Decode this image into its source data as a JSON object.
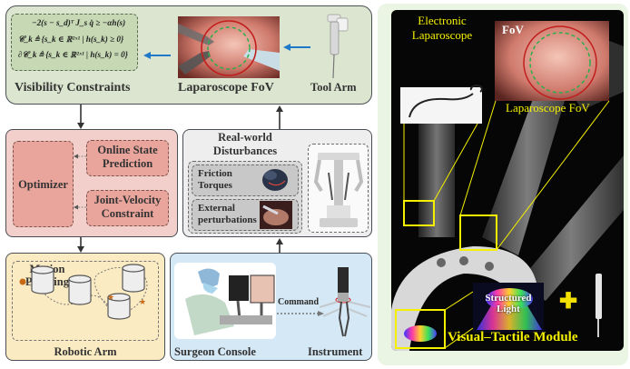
{
  "visibility": {
    "title": "Visibility Constraints",
    "formulas": [
      "−2(s − s_d)ᵀ J_s q̇ ≥ −αh(s)",
      "𝒞_k ≜ {s_k ∈ ℝ²ˣ¹ | h(s_k) ≥ 0}",
      "∂𝒞_k ≜ {s_k ∈ ℝ²ˣ¹ | h(s_k) = 0}"
    ],
    "fov_label": "Laparoscope FoV",
    "tool_label": "Tool Arm"
  },
  "optimizer": {
    "title": "Optimizer",
    "sub1": [
      "Online State",
      "Prediction"
    ],
    "sub2": [
      "Joint-Velocity",
      "Constraint"
    ]
  },
  "disturbances": {
    "title": [
      "Real-world",
      "Disturbances"
    ],
    "items": [
      [
        "Friction",
        "Torques"
      ],
      [
        "External",
        "perturbations"
      ]
    ]
  },
  "robotic_arm": {
    "title": [
      "Motion",
      "Planning"
    ],
    "label": "Robotic Arm"
  },
  "console": {
    "surgeon_label": "Surgeon Console",
    "command_label": "Command",
    "instrument_label": "Instrument"
  },
  "photo": {
    "electronic_label": [
      "Electronic",
      "Laparoscope"
    ],
    "fov_label": "FoV",
    "lap_fov_label": "Laparoscope FoV",
    "structured_label": [
      "Structured",
      "Light"
    ],
    "module_label": "Visual–Tactile Module",
    "plus": "✚"
  },
  "colors": {
    "green_bg": "#dbe5cf",
    "red_bg": "#f2cfcb",
    "gray_bg": "#eeeeee",
    "yellow_bg": "#fbebc2",
    "blue_bg": "#d5e8f5",
    "arrow_blue": "#1f78c8",
    "annot_yellow": "#f4f000"
  }
}
